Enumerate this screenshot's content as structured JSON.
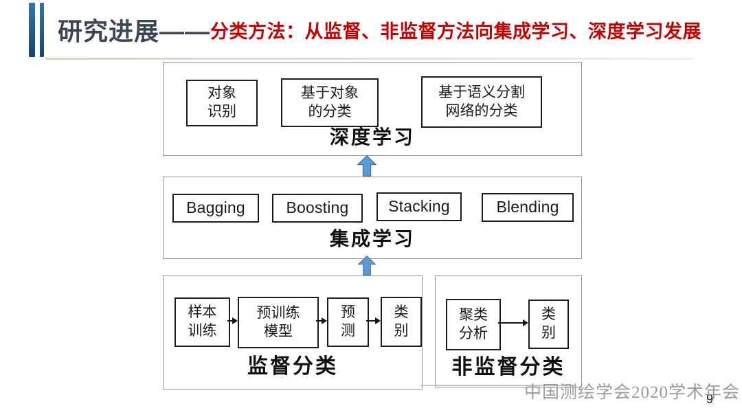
{
  "header": {
    "title_prefix": "研究进展——",
    "title_highlight": "分类方法：从监督、非监督方法向集成学习、深度学习发展"
  },
  "diagram": {
    "deep_learning": {
      "label": "深度学习",
      "items": [
        "对象\n识别",
        "基于对象\n的分类",
        "基于语义分割\n网络的分类"
      ]
    },
    "ensemble": {
      "label": "集成学习",
      "items": [
        "Bagging",
        "Boosting",
        "Stacking",
        "Blending"
      ]
    },
    "supervised": {
      "label": "监督分类",
      "steps": [
        "样本\n训练",
        "预训练\n模型",
        "预\n测",
        "类\n别"
      ]
    },
    "unsupervised": {
      "label": "非监督分类",
      "steps": [
        "聚类\n分析",
        "类\n别"
      ]
    }
  },
  "footer": {
    "watermark": "中国测绘学会2020学术年会",
    "page_number": "9"
  },
  "colors": {
    "title_dark": "#3d4654",
    "title_red": "#c40000",
    "bar_blue": "#2e74b5",
    "arrow_blue": "#5b9bd5",
    "arrow_blue_border": "#41719c"
  }
}
